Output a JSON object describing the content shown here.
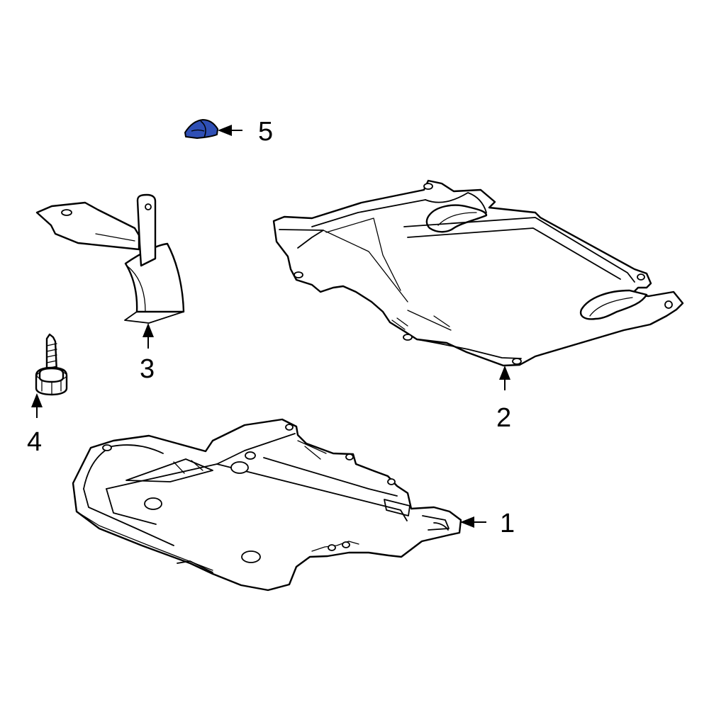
{
  "highlight_color": "#2f4fb5",
  "callouts": {
    "c1": "1",
    "c2": "2",
    "c3": "3",
    "c4": "4",
    "c5": "5"
  },
  "highlighted_part": "5"
}
